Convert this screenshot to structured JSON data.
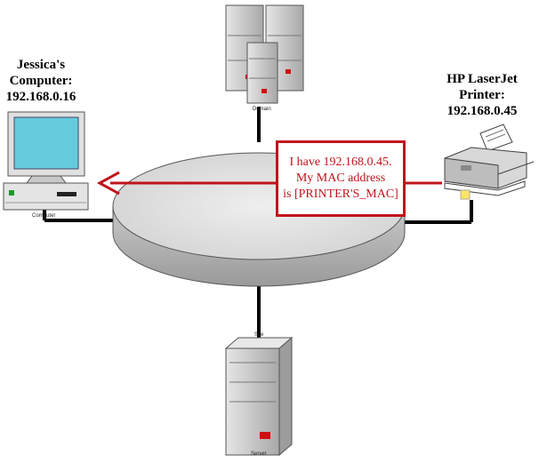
{
  "nodes": {
    "jessica": {
      "line1": "Jessica's",
      "line2": "Computer:",
      "ip": "192.168.0.16",
      "caption": "Computer"
    },
    "printer": {
      "line1": "HP LaserJet",
      "line2": "Printer:",
      "ip": "192.168.0.45"
    },
    "domain_servers": {
      "caption": "Domain"
    },
    "site": {
      "caption": "Site"
    },
    "server": {
      "caption": "Server"
    }
  },
  "callout": {
    "line1": "I have 192.168.0.45.",
    "line2": "My MAC address",
    "line3": "is [PRINTER'S_MAC]"
  },
  "colors": {
    "arrow": "#c0141c",
    "ring_top": "#dcdcdc",
    "ring_side": "#b4b4b4",
    "server_body": "#c8c8c8",
    "monitor_screen": "#66ccdd",
    "led": "#d01010"
  }
}
